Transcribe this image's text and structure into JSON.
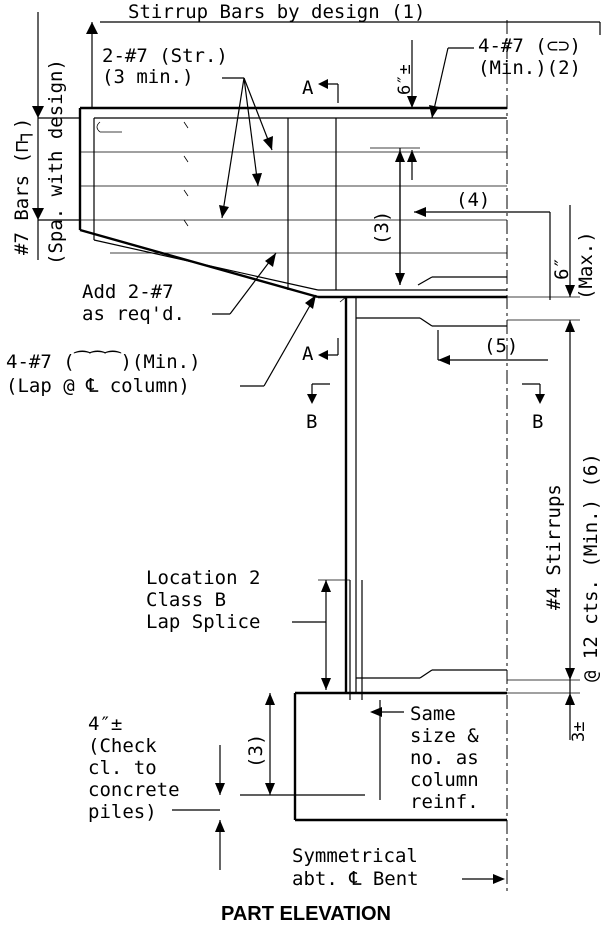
{
  "labels": {
    "stirrup_bars": "Stirrup Bars by design (1)",
    "bars_7_line1": "#7 Bars (⊓┐)",
    "bars_7_line2": "(Spa. with design)",
    "str_bars_line1": "2-#7 (Str.)",
    "str_bars_line2": "(3 min.)",
    "section_a_top": "A",
    "section_a_bottom": "A",
    "six_in_pm": "6″±",
    "top_bars_line1": "4-#7 (⊂⊃)",
    "top_bars_line2": "(Min.)(2)",
    "dim_3_upper": "(3)",
    "note_4": "(4)",
    "six_in_max_line1": "6″",
    "six_in_max_line2": "(Max.)",
    "add_bars_line1": "Add 2-#7",
    "add_bars_line2": "as req'd.",
    "note_5": "(5)",
    "lap_bars_line1": "4-#7 (⁀⁀⁀)(Min.)",
    "lap_bars_line2": "(Lap @ ℄ column)",
    "section_b_left": "B",
    "section_b_right": "B",
    "stirrups_line1": "#4 Stirrups",
    "stirrups_line2": "@ 12 cts. (Min.) (6)",
    "splice_line1": "Location 2",
    "splice_line2": "Class B",
    "splice_line3": "Lap Splice",
    "clearance_line1": "4″±",
    "clearance_line2": "(Check",
    "clearance_line3": "cl. to",
    "clearance_line4": "concrete",
    "clearance_line5": "piles)",
    "dim_3_lower": "(3)",
    "same_line1": "Same",
    "same_line2": "size &",
    "same_line3": "no. as",
    "same_line4": "column",
    "same_line5": "reinf.",
    "three_pm": "3±",
    "symmetrical_line1": "Symmetrical",
    "symmetrical_line2": "abt. ℄ Bent",
    "caption": "PART ELEVATION"
  }
}
